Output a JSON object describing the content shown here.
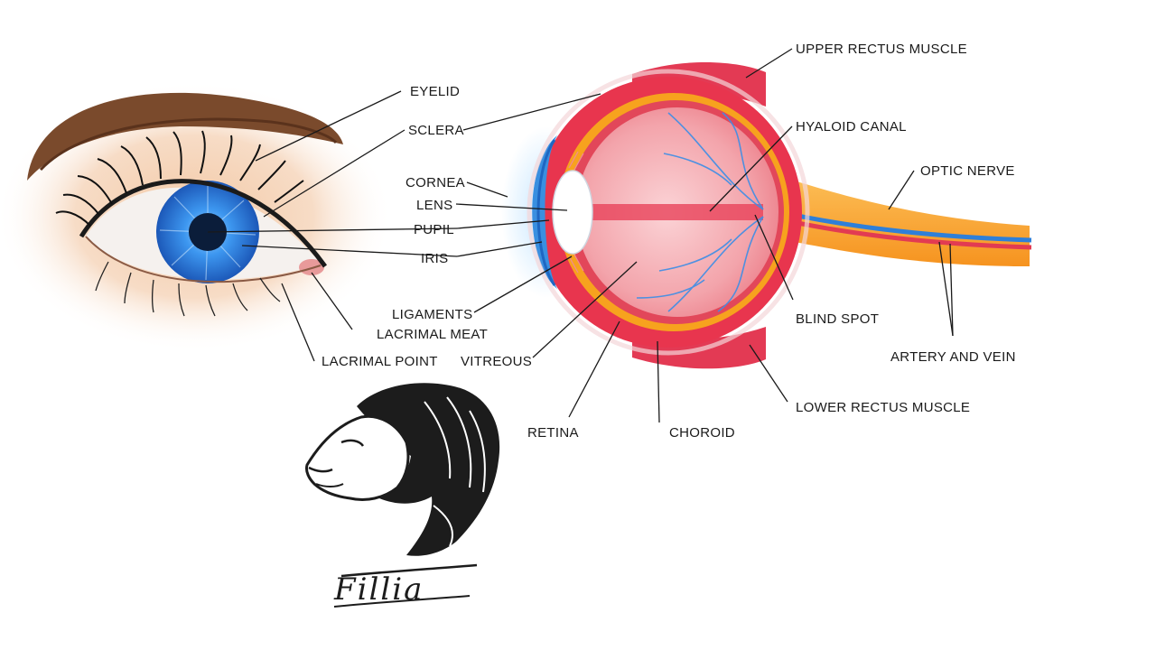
{
  "labels": {
    "eyelid": "EYELID",
    "sclera": "SCLERA",
    "cornea": "CORNEA",
    "lens": "LENS",
    "pupil": "PUPIL",
    "iris": "IRIS",
    "ligaments": "LIGAMENTS",
    "lacrimal_meat": "LACRIMAL MEAT",
    "lacrimal_point": "LACRIMAL POINT",
    "vitreous": "VITREOUS",
    "retina": "RETINA",
    "choroid": "CHOROID",
    "upper_rectus_muscle": "UPPER RECTUS MUSCLE",
    "hyaloid_canal": "HYALOID CANAL",
    "optic_nerve": "OPTIC NERVE",
    "blind_spot": "BLIND SPOT",
    "artery_and_vein": "ARTERY AND VEIN",
    "lower_rectus_muscle": "LOWER RECTUS MUSCLE"
  },
  "logo": {
    "text": "Fillia"
  },
  "colors": {
    "iris_blue": "#2f86e6",
    "sclera_red": "#e8354e",
    "choroid_orange": "#f7a21e",
    "optic_nerve_orange": "#f8a83a",
    "lens_white": "#ffffff",
    "cornea_blue": "#3a8fe0"
  },
  "icons": [
    "eye-illustration",
    "eyeball-cross-section",
    "lion-logo-icon"
  ]
}
